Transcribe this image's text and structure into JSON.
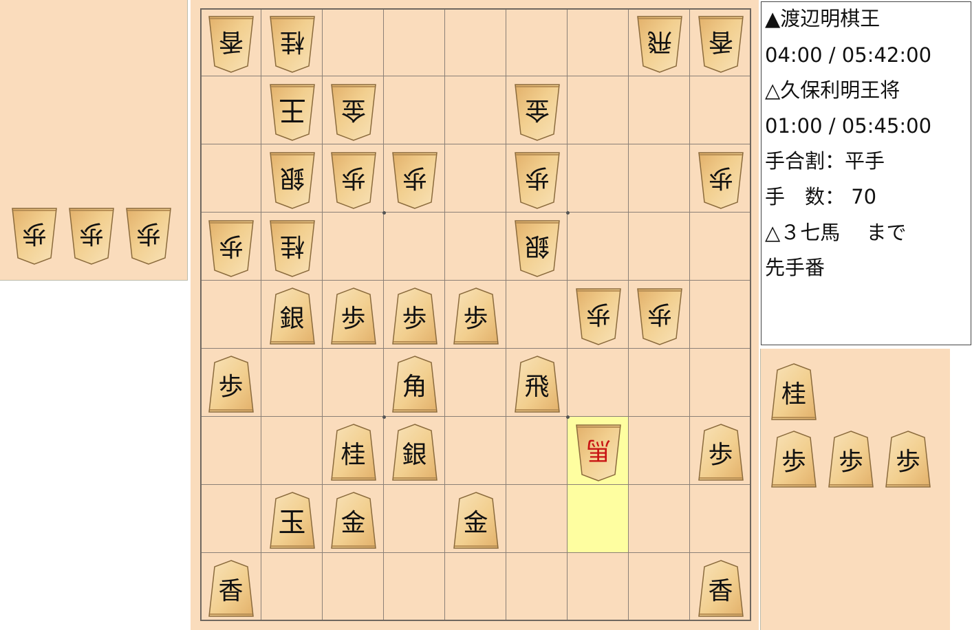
{
  "info": {
    "sente_player": "▲渡辺明棋王",
    "sente_time": "04:00 / 05:42:00",
    "gote_player": "△久保利明王将",
    "gote_time": "01:00 / 05:45:00",
    "handicap": "手合割：平手",
    "move_count": "手　数： 70",
    "last_move": "△３七馬　 まで",
    "turn": "先手番"
  },
  "board": {
    "highlight": [
      [
        6,
        6
      ],
      [
        7,
        6
      ]
    ],
    "pieces": [
      {
        "r": 0,
        "c": 0,
        "label": "香",
        "side": "gote"
      },
      {
        "r": 0,
        "c": 1,
        "label": "桂",
        "side": "gote"
      },
      {
        "r": 0,
        "c": 7,
        "label": "飛",
        "side": "gote"
      },
      {
        "r": 0,
        "c": 8,
        "label": "香",
        "side": "gote"
      },
      {
        "r": 1,
        "c": 1,
        "label": "王",
        "side": "gote"
      },
      {
        "r": 1,
        "c": 2,
        "label": "金",
        "side": "gote"
      },
      {
        "r": 1,
        "c": 5,
        "label": "金",
        "side": "gote"
      },
      {
        "r": 2,
        "c": 1,
        "label": "銀",
        "side": "gote"
      },
      {
        "r": 2,
        "c": 2,
        "label": "歩",
        "side": "gote"
      },
      {
        "r": 2,
        "c": 3,
        "label": "歩",
        "side": "gote"
      },
      {
        "r": 2,
        "c": 5,
        "label": "歩",
        "side": "gote"
      },
      {
        "r": 2,
        "c": 8,
        "label": "歩",
        "side": "gote"
      },
      {
        "r": 3,
        "c": 0,
        "label": "歩",
        "side": "gote"
      },
      {
        "r": 3,
        "c": 1,
        "label": "桂",
        "side": "gote"
      },
      {
        "r": 3,
        "c": 5,
        "label": "銀",
        "side": "gote"
      },
      {
        "r": 4,
        "c": 1,
        "label": "銀",
        "side": "sente"
      },
      {
        "r": 4,
        "c": 2,
        "label": "歩",
        "side": "sente"
      },
      {
        "r": 4,
        "c": 3,
        "label": "歩",
        "side": "sente"
      },
      {
        "r": 4,
        "c": 4,
        "label": "歩",
        "side": "sente"
      },
      {
        "r": 4,
        "c": 6,
        "label": "歩",
        "side": "gote"
      },
      {
        "r": 4,
        "c": 7,
        "label": "歩",
        "side": "gote"
      },
      {
        "r": 5,
        "c": 0,
        "label": "歩",
        "side": "sente"
      },
      {
        "r": 5,
        "c": 3,
        "label": "角",
        "side": "sente"
      },
      {
        "r": 5,
        "c": 5,
        "label": "飛",
        "side": "sente"
      },
      {
        "r": 6,
        "c": 2,
        "label": "桂",
        "side": "sente"
      },
      {
        "r": 6,
        "c": 3,
        "label": "銀",
        "side": "sente"
      },
      {
        "r": 6,
        "c": 6,
        "label": "馬",
        "side": "gote",
        "promoted": true
      },
      {
        "r": 6,
        "c": 8,
        "label": "歩",
        "side": "sente"
      },
      {
        "r": 7,
        "c": 1,
        "label": "玉",
        "side": "sente"
      },
      {
        "r": 7,
        "c": 2,
        "label": "金",
        "side": "sente"
      },
      {
        "r": 7,
        "c": 4,
        "label": "金",
        "side": "sente"
      },
      {
        "r": 8,
        "c": 0,
        "label": "香",
        "side": "sente"
      },
      {
        "r": 8,
        "c": 8,
        "label": "香",
        "side": "sente"
      }
    ]
  },
  "gote_hand": [
    "歩",
    "歩",
    "歩"
  ],
  "sente_hand": [
    "桂",
    "歩",
    "歩",
    "歩"
  ]
}
